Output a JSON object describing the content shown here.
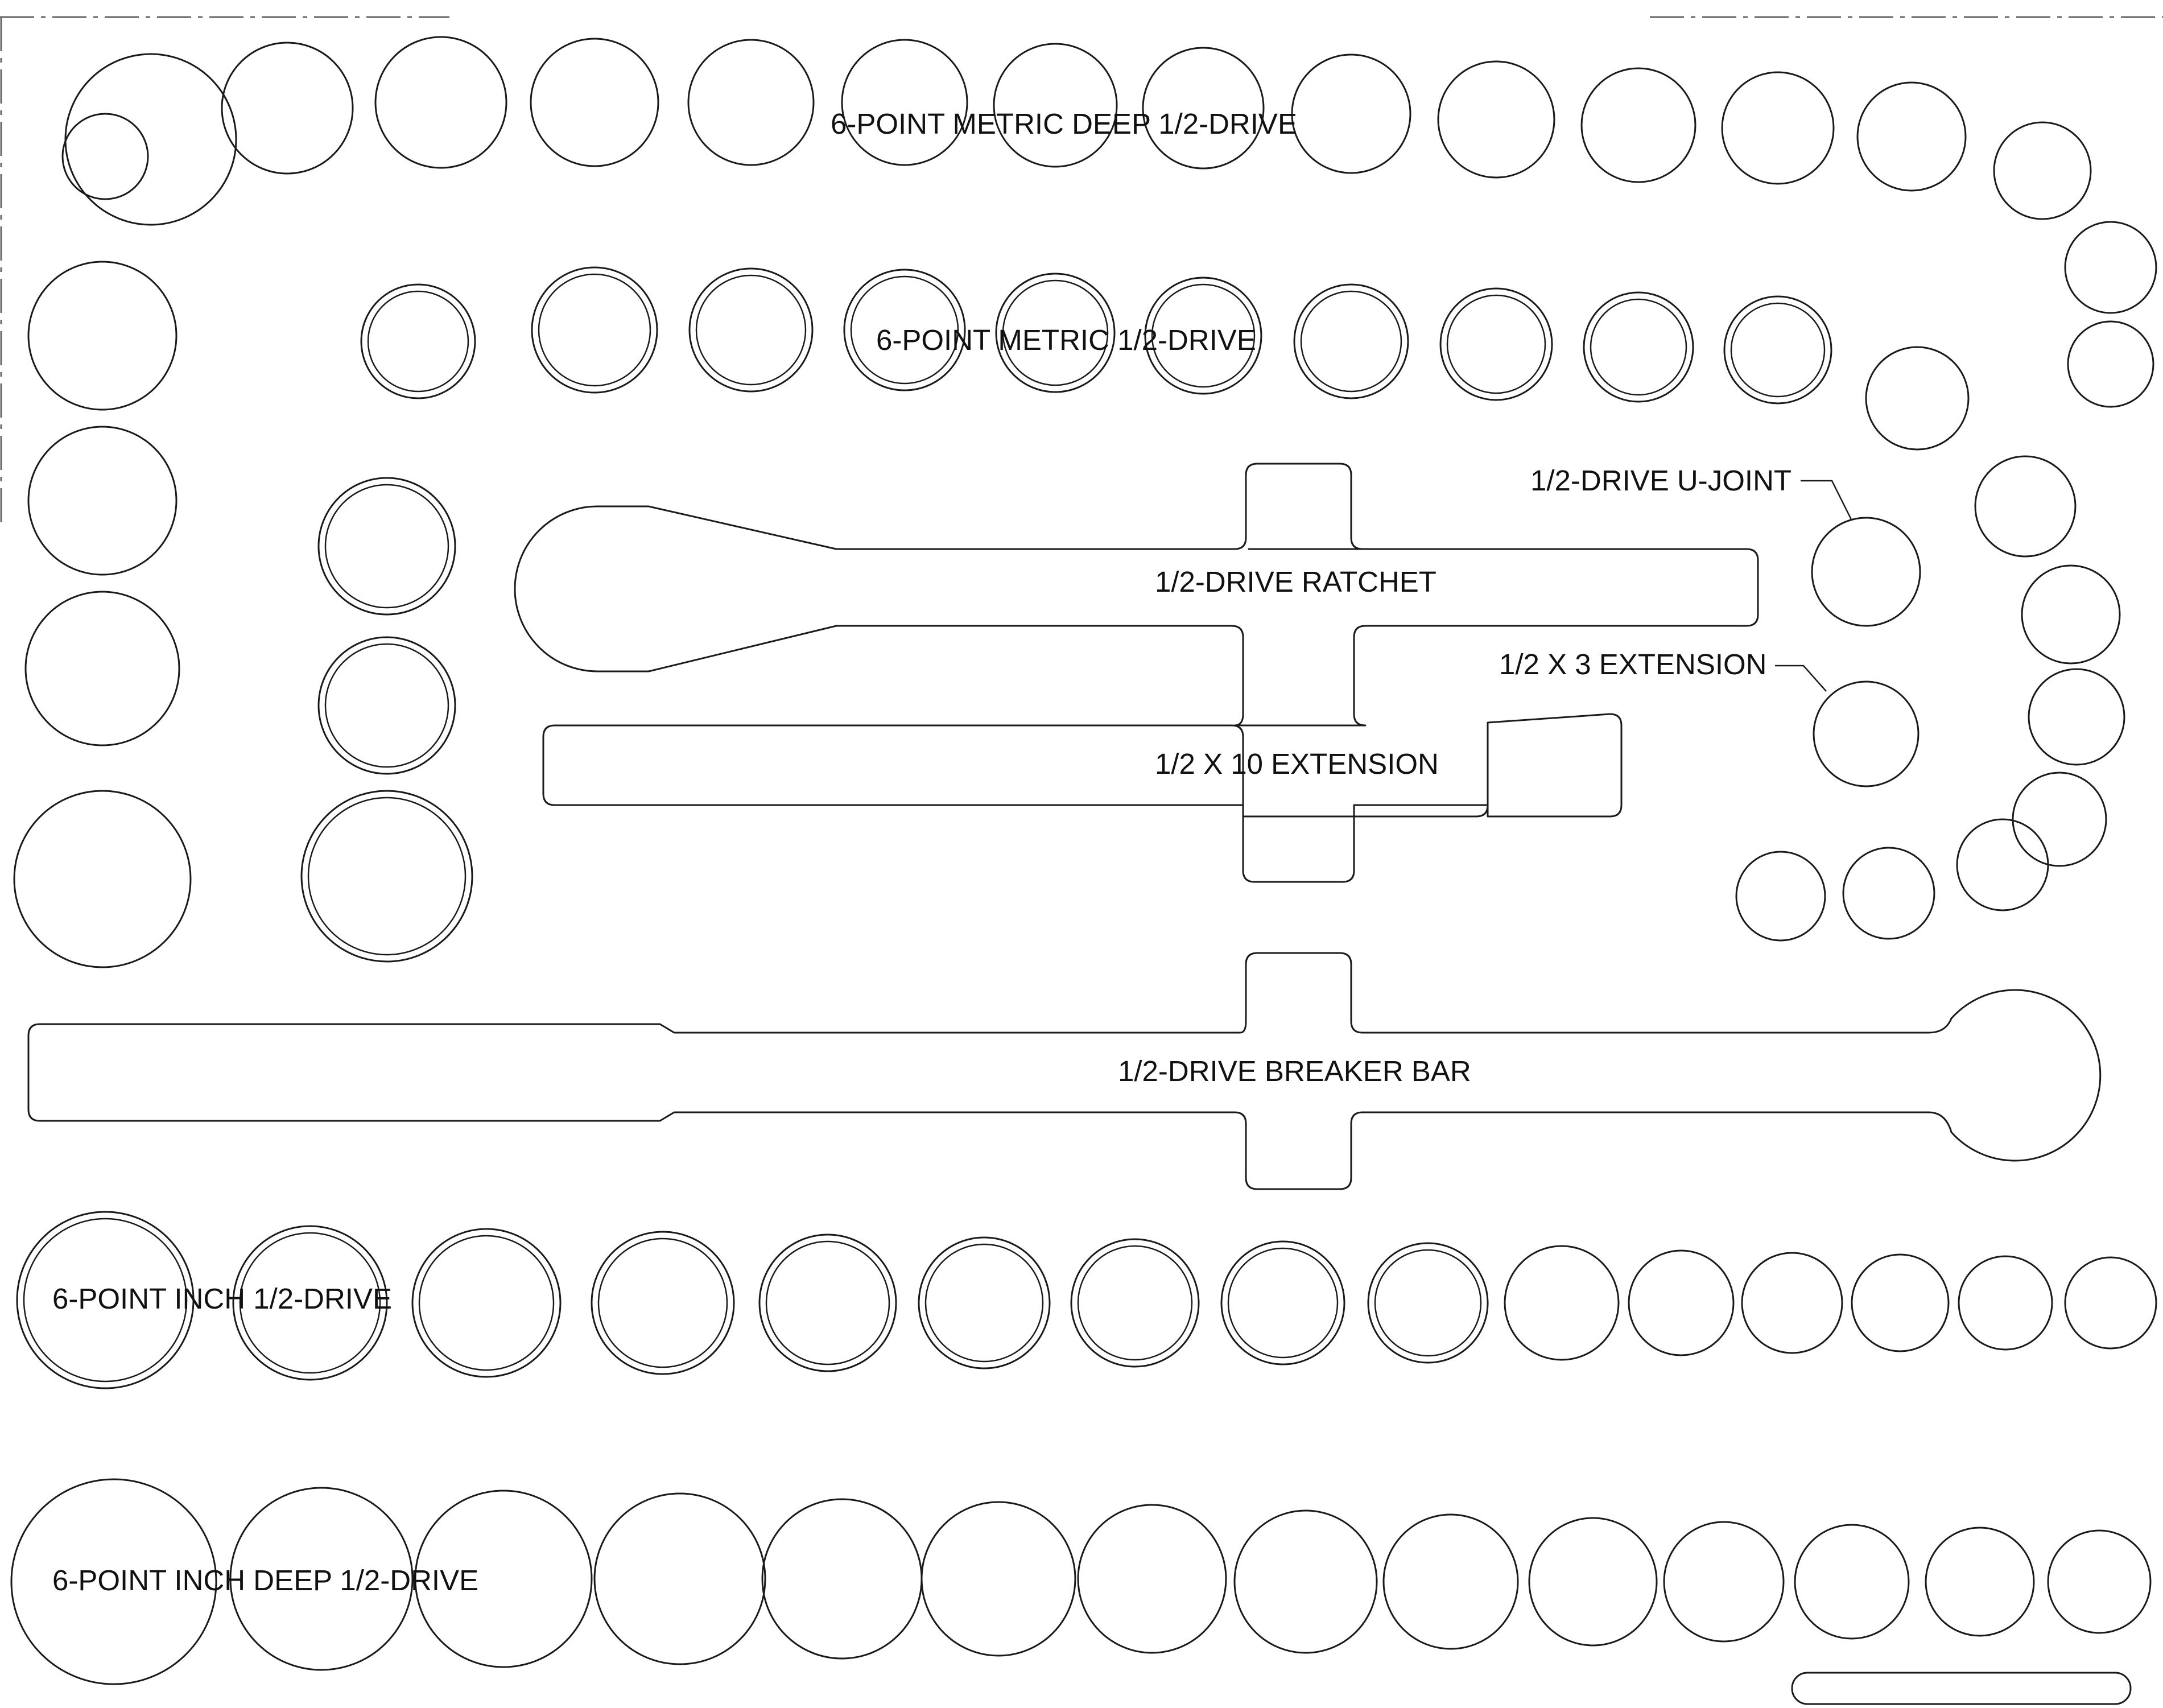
{
  "labels": {
    "metric_deep": "6-POINT METRIC DEEP 1/2-DRIVE",
    "metric": "6-POINT METRIC 1/2-DRIVE",
    "ujoint": "1/2-DRIVE U-JOINT",
    "ratchet": "1/2-DRIVE RATCHET",
    "ext3": "1/2 X 3 EXTENSION",
    "ext10": "1/2 X 10 EXTENSION",
    "breaker": "1/2-DRIVE BREAKER BAR",
    "inch": "6-POINT INCH 1/2-DRIVE",
    "inch_deep": "6-POINT INCH DEEP 1/2-DRIVE"
  },
  "colors": {
    "line": "#1a1a1a",
    "background": "#ffffff"
  }
}
